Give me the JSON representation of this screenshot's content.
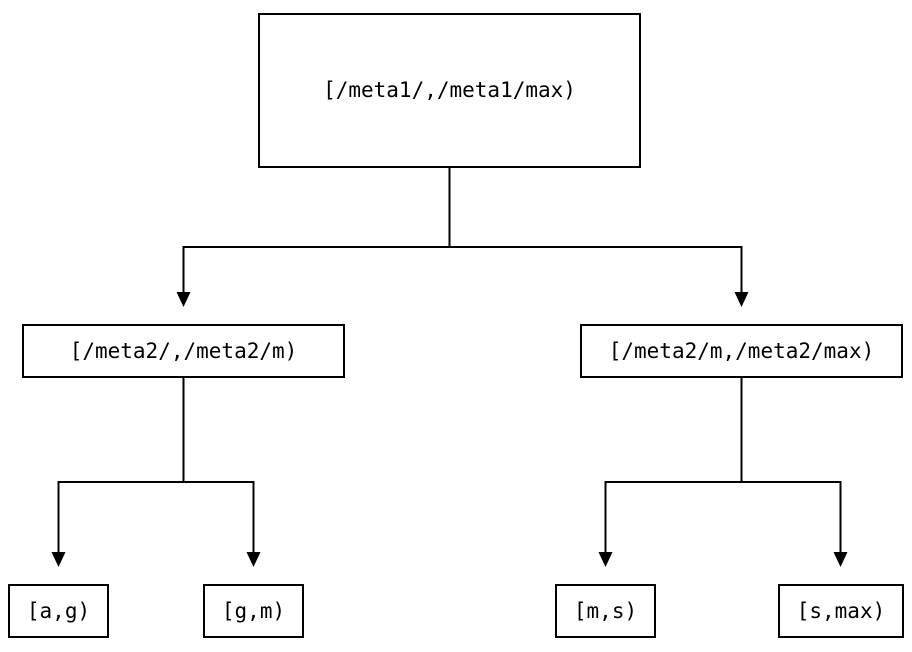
{
  "colors": {
    "background": "#ffffff",
    "line": "#000000",
    "box_border": "#000000",
    "text": "#000000"
  },
  "nodes": {
    "root": {
      "label": "[/meta1/,/meta1/max)"
    },
    "meta2_left": {
      "label": "[/meta2/,/meta2/m)"
    },
    "meta2_right": {
      "label": "[/meta2/m,/meta2/max)"
    },
    "leaf_ag": {
      "label": "[a,g)"
    },
    "leaf_gm": {
      "label": "[g,m)"
    },
    "leaf_ms": {
      "label": "[m,s)"
    },
    "leaf_smax": {
      "label": "[s,max)"
    }
  }
}
